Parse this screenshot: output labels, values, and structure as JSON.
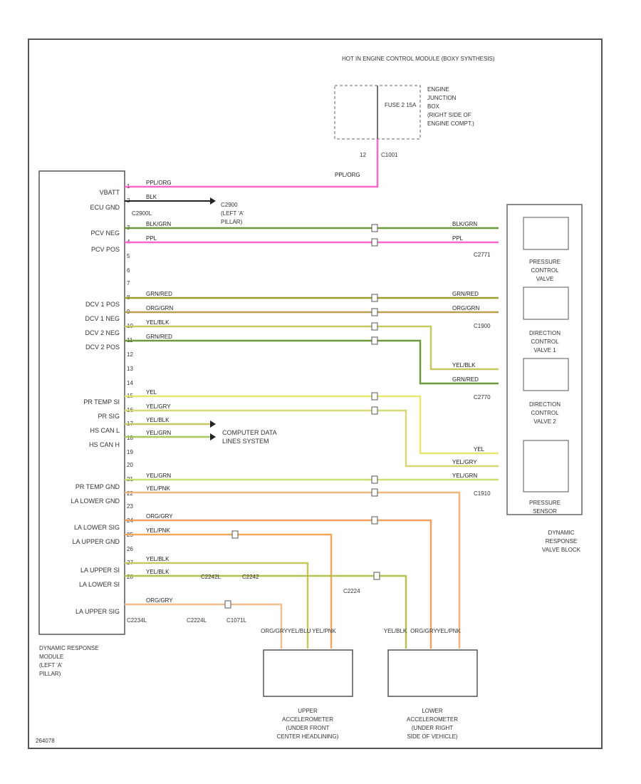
{
  "modules": {
    "ecm_box": "HOT IN ENGINE CONTROL MODULE (BOXY SYNTHESIS)",
    "fuse": "FUSE 2 15A",
    "junction_box": [
      "ENGINE",
      "JUNCTION",
      "BOX",
      "(RIGHT SIDE OF",
      "ENGINE COMPT.)"
    ],
    "drm": [
      "DYNAMIC RESPONSE",
      "MODULE",
      "(LEFT 'A'",
      "PILLAR)"
    ],
    "pressure_valve": [
      "PRESSURE",
      "CONTROL",
      "VALVE"
    ],
    "direction_valve_1": [
      "DIRECTION",
      "CONTROL",
      "VALVE 1"
    ],
    "direction_valve_2": [
      "DIRECTION",
      "CONTROL",
      "VALVE 2"
    ],
    "pressure_sensor": [
      "PRESSURE",
      "SENSOR"
    ],
    "valve_block": [
      "DYNAMIC",
      "RESPONSE",
      "VALVE BLOCK"
    ],
    "upper_accel": [
      "UPPER",
      "ACCELEROMETER",
      "(UNDER FRONT",
      "CENTER HEADLINING)"
    ],
    "lower_accel": [
      "LOWER",
      "ACCELEROMETER",
      "(UNDER RIGHT",
      "SIDE OF VEHICLE)"
    ],
    "ground_note": [
      "C2900",
      "(LEFT 'A'",
      "PILLAR)"
    ],
    "data_links": [
      "COMPUTER DATA",
      "LINES SYSTEM"
    ],
    "figure_id": "264078"
  },
  "pin_labels": [
    "VBATT",
    "ECU GND",
    "PCV NEG",
    "PCV POS",
    "DCV 1 POS",
    "DCV 1 NEG",
    "DCV 2 NEG",
    "DCV 2 POS",
    "PR TEMP SI",
    "PR SIG",
    "HS CAN L",
    "HS CAN H",
    "PR TEMP GND",
    "LA LOWER GND",
    "LA LOWER SIG",
    "LA UPPER GND",
    "LA UPPER SI",
    "LA LOWER SI",
    "LA UPPER SIG"
  ],
  "connectors": {
    "c2900l": "C2900L",
    "c1001": "C1001",
    "c1071l": "C1071L",
    "c2771": "C2771",
    "c1900": "C1900",
    "c2770": "C2770",
    "c1910": "C1910",
    "c2234l": "C2234L",
    "c2224l": "C2224L",
    "c2224": "C2224",
    "c2242l": "C2242L",
    "c2242": "C2242"
  },
  "wires": {
    "pplong": "PPL/ORG",
    "blk": "BLK",
    "blkgrn": "BLK/GRN",
    "ppl": "PPL",
    "grnred": "GRN/RED",
    "orggrn": "ORG/GRN",
    "yelblk": "YEL/BLK",
    "yel": "YEL",
    "yelgry": "YEL/GRY",
    "yelgrn": "YEL/GRN",
    "yelpnk": "YEL/PNK",
    "orggry": "ORG/GRY"
  },
  "pins": {
    "p1": "1",
    "p2": "2",
    "p3": "3",
    "p4": "4",
    "p5": "5",
    "p6": "6",
    "p7": "7",
    "p8": "8",
    "p9": "9",
    "p10": "10",
    "p11": "11",
    "p12": "12",
    "p13": "13",
    "p14": "14",
    "p15": "15",
    "p16": "16",
    "p17": "17",
    "p18": "18",
    "p19": "19",
    "p20": "20",
    "p21": "21",
    "p22": "22",
    "p23": "23",
    "p24": "24",
    "p25": "25",
    "p26": "26",
    "p27": "27",
    "p28": "28"
  },
  "bottom_wire_codes": {
    "upper": [
      "ORG/GRY",
      "YEL/BLU",
      "YEL/PNK"
    ],
    "lower": [
      "YEL/BLK",
      "ORG/GRY",
      "YEL/PNK"
    ]
  },
  "colors": {
    "pink": "#ff66cc",
    "green": "#6a9a3a",
    "olive": "#9aa030",
    "yellow": "#e8e870",
    "orange": "#f0a060",
    "black": "#222222"
  }
}
